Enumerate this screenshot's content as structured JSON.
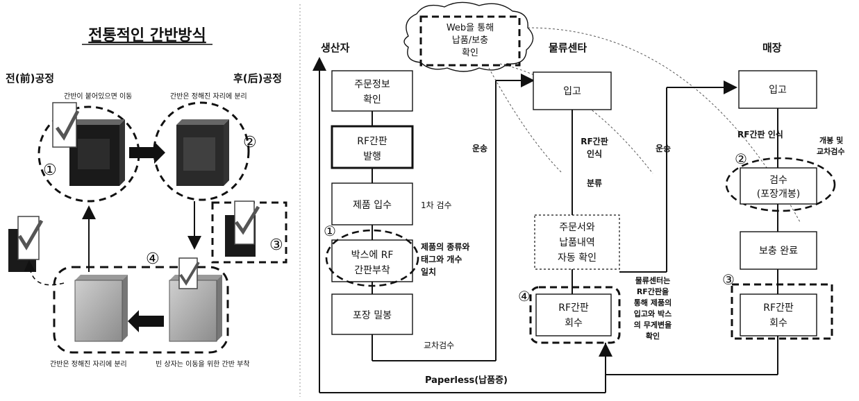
{
  "left": {
    "title": "전통적인 간반방식",
    "process_prev": "전(前)공정",
    "process_next": "후(后)공정",
    "note_move": "간반이 붙어있으면 이동",
    "note_separate_top": "간반은 정해진 자리에 분리",
    "note_separate_bottom": "간반은 정해진 자리에 분리",
    "note_empty_box": "빈 상자는 이동을 위한 간반 부착",
    "num1": "①",
    "num2": "②",
    "num3": "③",
    "num4": "④"
  },
  "right": {
    "cloud": [
      "Web을 통해",
      "납품/보충",
      "확인"
    ],
    "headers": {
      "producer": "생산자",
      "center": "물류센타",
      "store": "매장"
    },
    "producer_boxes": {
      "order_info": [
        "주문정보",
        "확인"
      ],
      "rf_issue": [
        "RF간판",
        "발행"
      ],
      "product_in": "제품 입수",
      "attach": [
        "박스에 RF",
        "간판부착"
      ],
      "pack": "포장 밀봉"
    },
    "labels": {
      "first_inspection": "1차 검수",
      "type_match": [
        "제품의 종류와",
        "태그와 개수",
        "일치"
      ],
      "cross_check": "교차검수",
      "ship_producer": "운송",
      "paperless": "Paperless(납품증)"
    },
    "center_boxes": {
      "receive": "입고",
      "confirm": [
        "주문서와",
        "납품내역",
        "자동 확인"
      ],
      "rf_collect": [
        "RF간판",
        "회수"
      ]
    },
    "center_labels": {
      "rf_recognize": [
        "RF간판",
        "인식"
      ],
      "sort": "분류",
      "ship": "운송",
      "note": [
        "물류센터는",
        "RF간판을",
        "통해 제품의",
        "입고와 박스",
        "의 무게변을",
        "확인"
      ]
    },
    "store_boxes": {
      "receive": "입고",
      "inspect": [
        "검수",
        "(포장개봉)"
      ],
      "replenish": "보충 완료",
      "rf_collect": [
        "RF간판",
        "회수"
      ]
    },
    "store_labels": {
      "rf_recognize": "RF간판 인식",
      "open_check": [
        "개봉 및",
        "교차검수"
      ]
    },
    "nums": {
      "n1": "①",
      "n2": "②",
      "n3": "③",
      "n4": "④"
    }
  }
}
